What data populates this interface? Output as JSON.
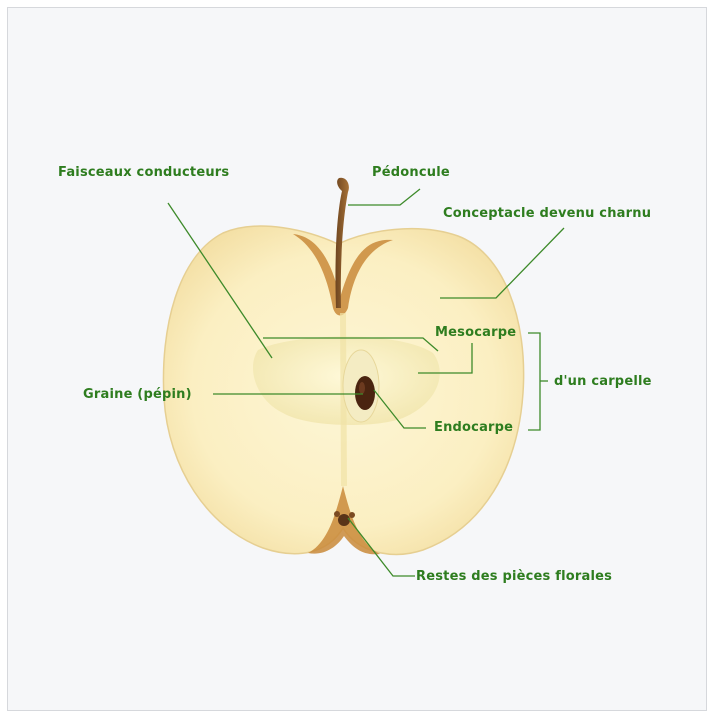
{
  "labels": {
    "faisceaux": "Faisceaux conducteurs",
    "pedoncule": "Pédoncule",
    "conceptacle": "Conceptacle devenu charnu",
    "mesocarpe": "Mesocarpe",
    "graine": "Graine (pépin)",
    "endocarpe": "Endocarpe",
    "carpelle": "d'un carpelle",
    "restes": "Restes des pièces florales"
  },
  "colors": {
    "label_text": "#2e7d1f",
    "leader_line": "#3d8a2a",
    "flesh": "#fbf0c0",
    "skin": "#c98a3a",
    "core": "#f7eebf",
    "seed": "#4a2410",
    "stem": "#8a5a2a"
  }
}
